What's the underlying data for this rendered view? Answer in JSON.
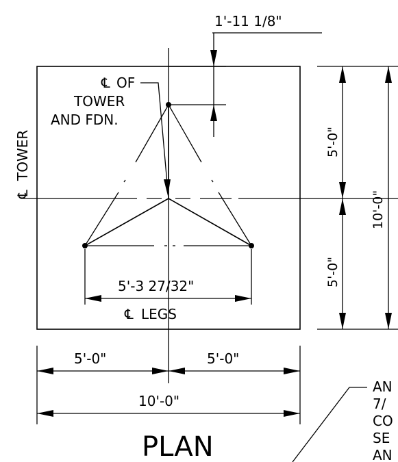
{
  "title": "PLAN",
  "dims": {
    "offset": "1'-11 1/8\"",
    "half_side_right_top": "5'-0\"",
    "full_side_right": "10'-0\"",
    "half_side_right_bottom": "5'-0\"",
    "legs_span": "5'-3 27/32\"",
    "bottom_left": "5'-0\"",
    "bottom_right": "5'-0\"",
    "bottom_total": "10'-0\""
  },
  "labels": {
    "cl_of": "OF",
    "tower_line1": "TOWER",
    "tower_line2": "AND FDN.",
    "cl_tower": "TOWER",
    "cl_legs": "LEGS"
  },
  "note_lines": [
    "AN",
    "7/",
    "CO",
    "SE",
    "AN"
  ]
}
